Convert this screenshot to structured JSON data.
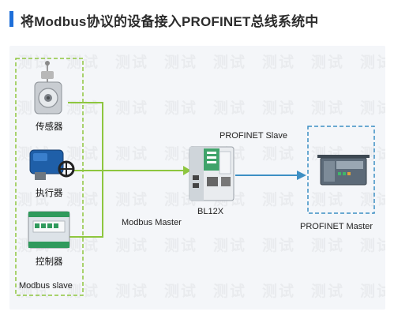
{
  "title": "将Modbus协议的设备接入PROFINET总线系统中",
  "watermark_text": "测试",
  "devices": [
    {
      "label": "传感器",
      "icon": "sensor-icon"
    },
    {
      "label": "执行器",
      "icon": "actuator-icon"
    },
    {
      "label": "控制器",
      "icon": "controller-icon"
    }
  ],
  "labels": {
    "modbus_slave": "Modbus slave",
    "modbus_master": "Modbus Master",
    "gateway": "BL12X",
    "profinet_slave": "PROFINET Slave",
    "profinet_master": "PROFINET Master"
  },
  "colors": {
    "accent": "#1e6fd9",
    "green_line": "#8ec63f",
    "blue_line": "#3d8fc4",
    "panel_bg": "#f4f6f9"
  }
}
